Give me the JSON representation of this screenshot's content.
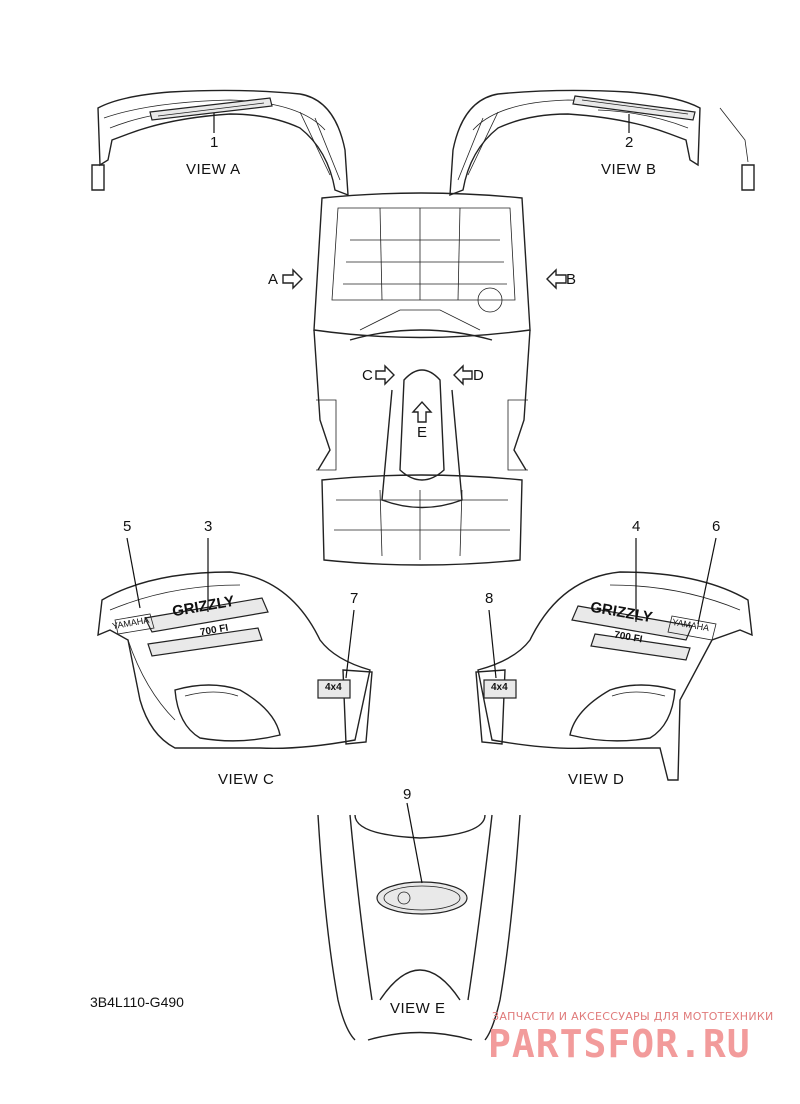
{
  "views": {
    "a": "VIEW A",
    "b": "VIEW B",
    "c": "VIEW C",
    "d": "VIEW D",
    "e": "VIEW E"
  },
  "arrows": {
    "a": "A",
    "b": "B",
    "c": "C",
    "d": "D",
    "e": "E"
  },
  "callouts": [
    "1",
    "2",
    "3",
    "4",
    "5",
    "6",
    "7",
    "8",
    "9"
  ],
  "decals": {
    "brand": "YAMAHA",
    "model": "GRIZZLY",
    "model_sub": "700 FI",
    "drive": "4x4"
  },
  "diagram_code": "3B4L110-G490",
  "watermark": {
    "caption": "ЗАПЧАСТИ И АКСЕССУАРЫ ДЛЯ МОТОТЕХНИКИ",
    "brand": "PARTSFOR.RU"
  },
  "colors": {
    "line": "#222222",
    "watermark": "#f08a8a"
  }
}
